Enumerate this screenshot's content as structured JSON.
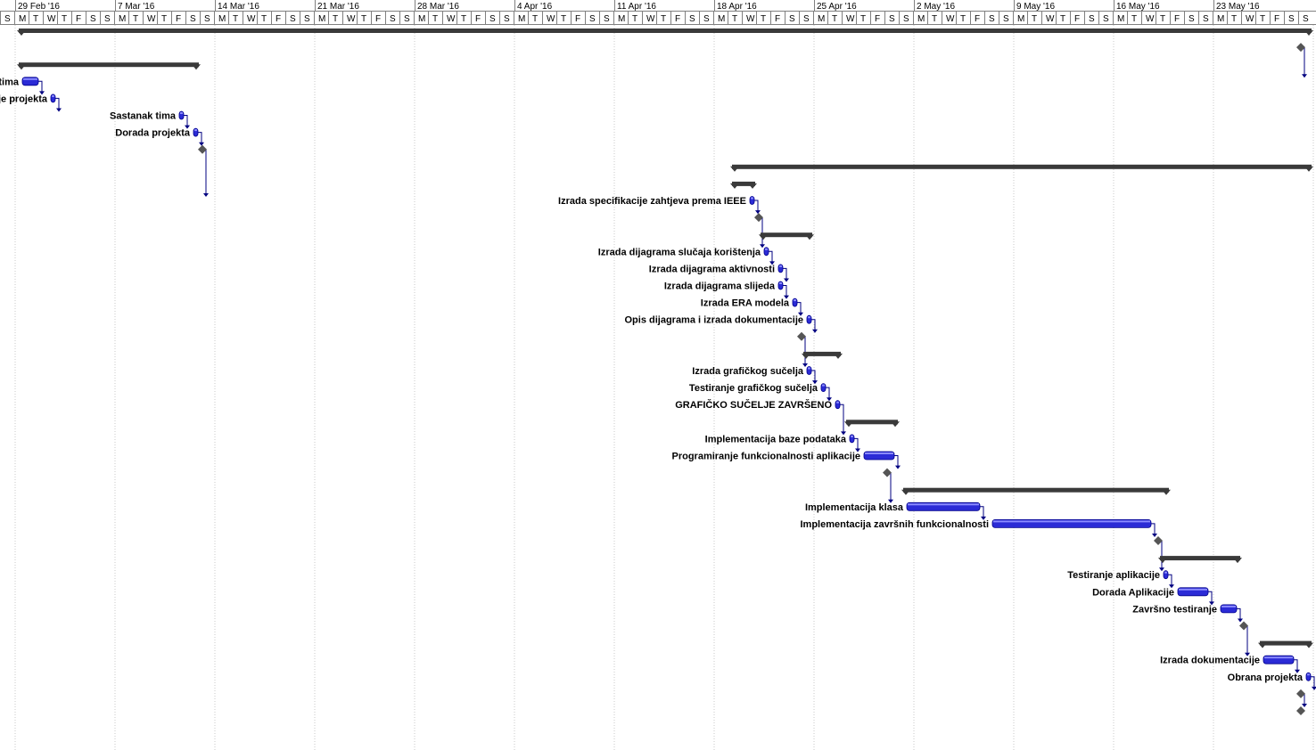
{
  "timescale": {
    "weeks": [
      "29 Feb '16",
      "7 Mar '16",
      "14 Mar '16",
      "21 Mar '16",
      "28 Mar '16",
      "4 Apr '16",
      "11 Apr '16",
      "18 Apr '16",
      "25 Apr '16",
      "2 May '16",
      "9 May '16",
      "16 May '16",
      "23 May '16"
    ],
    "day_letters": [
      "S",
      "M",
      "T",
      "W",
      "T",
      "F",
      "S"
    ]
  },
  "colors": {
    "task_bar": "#2b2bd6",
    "summary_bar": "#3a3a3a",
    "link": "#000080",
    "header_bg": "#ffffff",
    "grid": "#b0b0b0"
  },
  "tasks": [
    {
      "id": "t0",
      "type": "summary",
      "start": "2016-02-29",
      "end": "2016-05-29"
    },
    {
      "id": "t1",
      "type": "milestone",
      "date": "2016-05-29"
    },
    {
      "id": "t2",
      "type": "summary",
      "start": "2016-02-29",
      "end": "2016-03-12"
    },
    {
      "id": "t3",
      "type": "task",
      "label": "Sastanak tima",
      "start": "2016-02-29",
      "end": "2016-03-01"
    },
    {
      "id": "t4",
      "type": "task",
      "label": "Pisanje projekta",
      "start": "2016-03-02",
      "end": "2016-03-02"
    },
    {
      "id": "t5",
      "type": "task",
      "label": "Sastanak tima",
      "start": "2016-03-11",
      "end": "2016-03-11"
    },
    {
      "id": "t6",
      "type": "task",
      "label": "Dorada projekta",
      "start": "2016-03-12",
      "end": "2016-03-12"
    },
    {
      "id": "t7",
      "type": "milestone",
      "date": "2016-03-13"
    },
    {
      "id": "t8",
      "type": "summary",
      "start": "2016-04-19",
      "end": "2016-05-29"
    },
    {
      "id": "t9",
      "type": "summary",
      "start": "2016-04-19",
      "end": "2016-04-20"
    },
    {
      "id": "t10",
      "type": "task",
      "label": "Izrada specifikacije zahtjeva prema IEEE",
      "start": "2016-04-20",
      "end": "2016-04-20"
    },
    {
      "id": "t11",
      "type": "milestone",
      "date": "2016-04-21"
    },
    {
      "id": "t12",
      "type": "summary",
      "start": "2016-04-21",
      "end": "2016-04-24"
    },
    {
      "id": "t13",
      "type": "task",
      "label": "Izrada dijagrama slučaja korištenja",
      "start": "2016-04-21",
      "end": "2016-04-21"
    },
    {
      "id": "t14",
      "type": "task",
      "label": "Izrada dijagrama aktivnosti",
      "start": "2016-04-22",
      "end": "2016-04-22"
    },
    {
      "id": "t15",
      "type": "task",
      "label": "Izrada dijagrama slijeda",
      "start": "2016-04-22",
      "end": "2016-04-22"
    },
    {
      "id": "t16",
      "type": "task",
      "label": "Izrada ERA modela",
      "start": "2016-04-23",
      "end": "2016-04-23"
    },
    {
      "id": "t17",
      "type": "task",
      "label": "Opis dijagrama i izrada dokumentacije",
      "start": "2016-04-24",
      "end": "2016-04-24"
    },
    {
      "id": "t18",
      "type": "milestone",
      "date": "2016-04-24"
    },
    {
      "id": "t19",
      "type": "summary",
      "start": "2016-04-24",
      "end": "2016-04-26"
    },
    {
      "id": "t20",
      "type": "task",
      "label": "Izrada grafičkog sučelja",
      "start": "2016-04-24",
      "end": "2016-04-24"
    },
    {
      "id": "t21",
      "type": "task",
      "label": "Testiranje grafičkog sučelja",
      "start": "2016-04-25",
      "end": "2016-04-25"
    },
    {
      "id": "t22",
      "type": "task",
      "label": "GRAFIČKO SUČELJE ZAVRŠENO",
      "start": "2016-04-26",
      "end": "2016-04-26"
    },
    {
      "id": "t23",
      "type": "summary",
      "start": "2016-04-27",
      "end": "2016-04-30"
    },
    {
      "id": "t24",
      "type": "task",
      "label": "Implementacija baze podataka",
      "start": "2016-04-27",
      "end": "2016-04-27"
    },
    {
      "id": "t25",
      "type": "task",
      "label": "Programiranje funkcionalnosti aplikacije",
      "start": "2016-04-28",
      "end": "2016-04-30"
    },
    {
      "id": "t26",
      "type": "milestone",
      "date": "2016-04-30"
    },
    {
      "id": "t27",
      "type": "summary",
      "start": "2016-05-01",
      "end": "2016-05-19"
    },
    {
      "id": "t28",
      "type": "task",
      "label": "Implementacija klasa",
      "start": "2016-05-01",
      "end": "2016-05-06"
    },
    {
      "id": "t29",
      "type": "task",
      "label": "Implementacija završnih funkcionalnosti",
      "start": "2016-05-07",
      "end": "2016-05-18"
    },
    {
      "id": "t30",
      "type": "milestone",
      "date": "2016-05-19"
    },
    {
      "id": "t31",
      "type": "summary",
      "start": "2016-05-19",
      "end": "2016-05-24"
    },
    {
      "id": "t32",
      "type": "task",
      "label": "Testiranje aplikacije",
      "start": "2016-05-19",
      "end": "2016-05-19"
    },
    {
      "id": "t33",
      "type": "task",
      "label": "Dorada Aplikacije",
      "start": "2016-05-20",
      "end": "2016-05-22"
    },
    {
      "id": "t34",
      "type": "task",
      "label": "Završno testiranje",
      "start": "2016-05-23",
      "end": "2016-05-24"
    },
    {
      "id": "t35",
      "type": "milestone",
      "date": "2016-05-25"
    },
    {
      "id": "t36",
      "type": "summary",
      "start": "2016-05-26",
      "end": "2016-05-29"
    },
    {
      "id": "t37",
      "type": "task",
      "label": "Izrada dokumentacije",
      "start": "2016-05-26",
      "end": "2016-05-28"
    },
    {
      "id": "t38",
      "type": "task",
      "label": "Obrana projekta",
      "start": "2016-05-29",
      "end": "2016-05-29"
    },
    {
      "id": "t39",
      "type": "milestone",
      "date": "2016-05-29"
    },
    {
      "id": "t40",
      "type": "milestone",
      "date": "2016-05-29"
    }
  ]
}
